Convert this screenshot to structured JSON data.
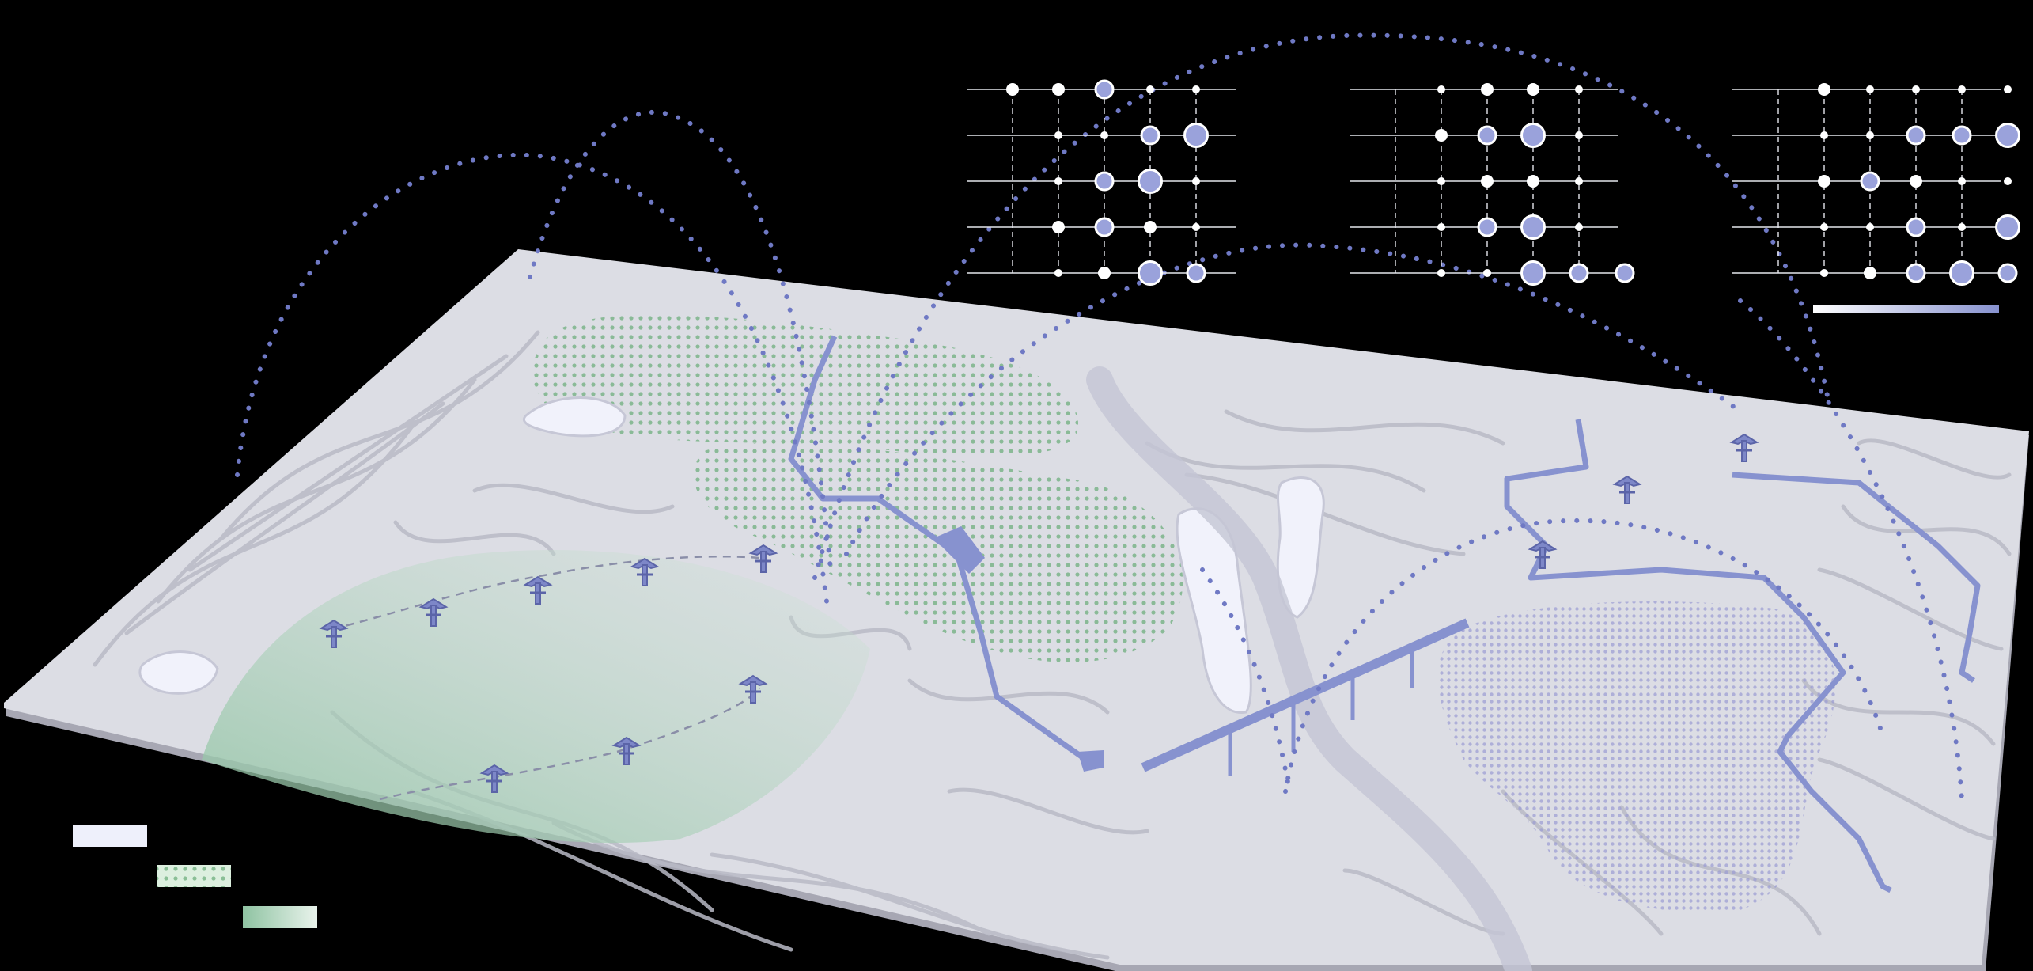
{
  "colors": {
    "background": "#000000",
    "terrain": "#dcdce3",
    "terrain_shadow": "#b9b9c4",
    "accent": "#8792cf",
    "arc": "#6f79c4",
    "forest": "#7fb88a",
    "meadow": "#a8cfb5",
    "wetland": "#a9a9d8",
    "water": "#eef0fb"
  },
  "icons": {
    "tree_marker": "tree-marker-icon",
    "legend_water": "water-pond-swatch",
    "legend_forest": "forest-dots-swatch",
    "legend_meadow": "meadow-gradient-swatch"
  },
  "legend": {
    "items": [
      {
        "key": "water",
        "label": ""
      },
      {
        "key": "forest",
        "label": ""
      },
      {
        "key": "meadow",
        "label": ""
      }
    ]
  },
  "charts": [
    {
      "rows": [
        [
          1,
          1,
          2,
          0,
          0
        ],
        [
          0,
          0,
          0,
          2,
          3
        ],
        [
          0,
          0,
          2,
          3,
          0
        ],
        [
          0,
          1,
          2,
          1,
          0
        ],
        [
          0,
          0,
          1,
          3,
          2
        ]
      ]
    },
    {
      "rows": [
        [
          0,
          0,
          1,
          1,
          0
        ],
        [
          0,
          1,
          2,
          3,
          0
        ],
        [
          0,
          0,
          1,
          1,
          0
        ],
        [
          0,
          0,
          2,
          3,
          0
        ],
        [
          0,
          0,
          0,
          3,
          2,
          2
        ]
      ]
    },
    {
      "rows": [
        [
          0,
          1,
          0,
          0,
          0,
          0
        ],
        [
          0,
          0,
          0,
          2,
          2,
          3
        ],
        [
          0,
          1,
          2,
          1,
          0,
          0
        ],
        [
          0,
          0,
          0,
          2,
          0,
          3
        ],
        [
          0,
          0,
          1,
          2,
          3,
          2
        ]
      ]
    }
  ],
  "scale_bar": {
    "gradient_from": "#ffffff",
    "gradient_to": "#8792cf"
  }
}
